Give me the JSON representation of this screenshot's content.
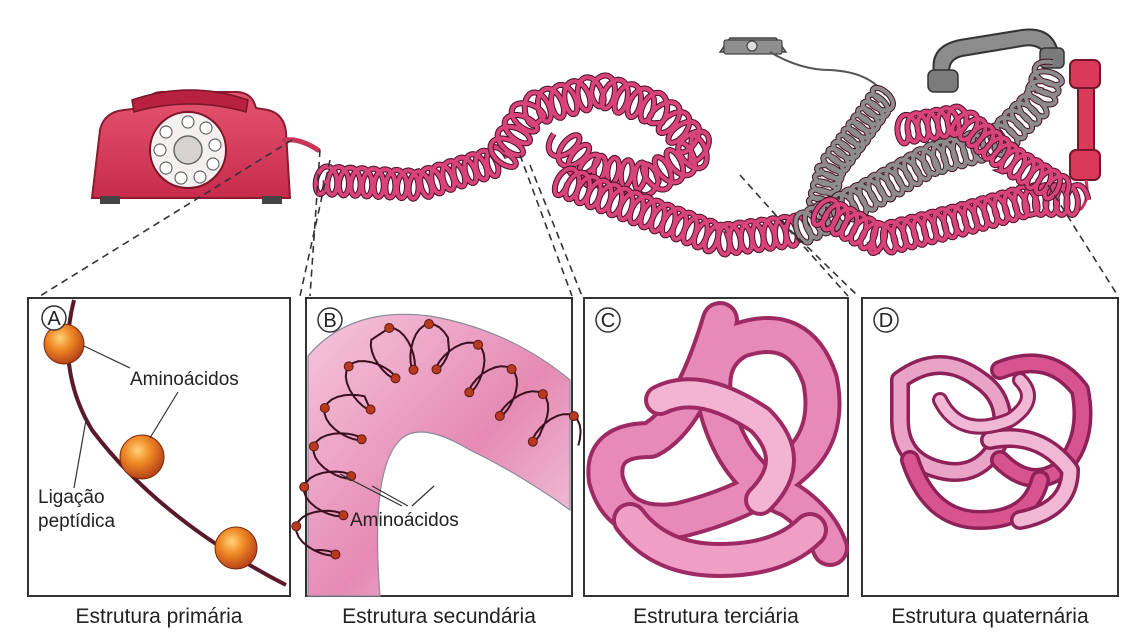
{
  "colors": {
    "cord_pink": "#d8447a",
    "cord_gray": "#8c8c8c",
    "phone_red": "#d93a5a",
    "amino_orange": "#e8701c",
    "amino_dot": "#b8391f",
    "tube_pink": "#e06aa0",
    "tube_light": "#f2b6d0",
    "panel_border": "#333333"
  },
  "panels": [
    {
      "letter": "A",
      "caption": "Estrutura primária"
    },
    {
      "letter": "B",
      "caption": "Estrutura secundária"
    },
    {
      "letter": "C",
      "caption": "Estrutura terciária"
    },
    {
      "letter": "D",
      "caption": "Estrutura quaternária"
    }
  ],
  "labels": {
    "aminoacidos_a": "Aminoácidos",
    "ligacao_line1": "Ligação",
    "ligacao_line2": "peptídica",
    "aminoacidos_b": "Aminoácidos"
  },
  "icons": {
    "rotary_phone": "rotary-telephone-icon",
    "wall_jack": "wall-jack-icon",
    "gray_handset": "gray-handset-icon",
    "red_handset": "red-handset-icon"
  }
}
